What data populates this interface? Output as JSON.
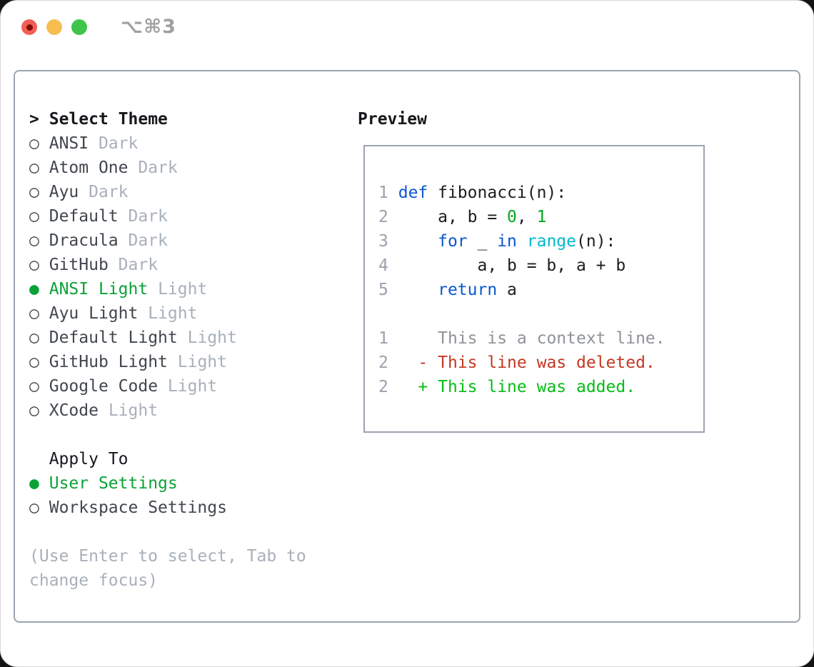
{
  "window": {
    "title": "⌥⌘3"
  },
  "titlebar": {
    "buttons": [
      {
        "name": "close-button",
        "color_key": "traffic_red",
        "has_dot": true
      },
      {
        "name": "minimize-button",
        "color_key": "traffic_yellow",
        "has_dot": false
      },
      {
        "name": "zoom-button",
        "color_key": "traffic_green",
        "has_dot": false
      }
    ]
  },
  "glyphs": {
    "radio_selected": "●",
    "radio_unselected": "○"
  },
  "select_theme": {
    "header_marker": ">",
    "header": "Select Theme",
    "items": [
      {
        "name": "ANSI",
        "tag": "Dark",
        "selected": false
      },
      {
        "name": "Atom One",
        "tag": "Dark",
        "selected": false
      },
      {
        "name": "Ayu",
        "tag": "Dark",
        "selected": false
      },
      {
        "name": "Default",
        "tag": "Dark",
        "selected": false
      },
      {
        "name": "Dracula",
        "tag": "Dark",
        "selected": false
      },
      {
        "name": "GitHub",
        "tag": "Dark",
        "selected": false
      },
      {
        "name": "ANSI Light",
        "tag": "Light",
        "selected": true
      },
      {
        "name": "Ayu Light",
        "tag": "Light",
        "selected": false
      },
      {
        "name": "Default Light",
        "tag": "Light",
        "selected": false
      },
      {
        "name": "GitHub Light",
        "tag": "Light",
        "selected": false
      },
      {
        "name": "Google Code",
        "tag": "Light",
        "selected": false
      },
      {
        "name": "XCode",
        "tag": "Light",
        "selected": false
      }
    ]
  },
  "apply_to": {
    "header": "Apply To",
    "items": [
      {
        "name": "User Settings",
        "selected": true
      },
      {
        "name": "Workspace Settings",
        "selected": false
      }
    ]
  },
  "help": [
    "(Use Enter to select, Tab to",
    "change focus)"
  ],
  "preview": {
    "header": "Preview",
    "code_lines": [
      {
        "num": "1",
        "tokens": [
          [
            "def",
            "keyword"
          ],
          [
            " fibonacci(n):",
            "plain"
          ]
        ]
      },
      {
        "num": "2",
        "tokens": [
          [
            "    a, b = ",
            "plain"
          ],
          [
            "0",
            "number"
          ],
          [
            ", ",
            "plain"
          ],
          [
            "1",
            "number"
          ]
        ]
      },
      {
        "num": "3",
        "tokens": [
          [
            "    ",
            "plain"
          ],
          [
            "for",
            "keyword"
          ],
          [
            " _ ",
            "plain"
          ],
          [
            "in",
            "keyword"
          ],
          [
            " ",
            "plain"
          ],
          [
            "range",
            "builtin"
          ],
          [
            "(n):",
            "plain"
          ]
        ]
      },
      {
        "num": "4",
        "tokens": [
          [
            "        a, b = b, a + b",
            "plain"
          ]
        ]
      },
      {
        "num": "5",
        "tokens": [
          [
            "    ",
            "plain"
          ],
          [
            "return",
            "keyword"
          ],
          [
            " a",
            "plain"
          ]
        ]
      }
    ],
    "diff_lines": [
      {
        "num": "1",
        "marker": " ",
        "text": "This is a context line.",
        "kind": "context"
      },
      {
        "num": "2",
        "marker": "-",
        "text": "This line was deleted.",
        "kind": "deleted"
      },
      {
        "num": "2",
        "marker": "+",
        "text": "This line was added.",
        "kind": "added"
      }
    ]
  },
  "colors": {
    "ui_green": "#0ba238",
    "keyword_blue": "#0b57d0",
    "builtin_cyan": "#00b8cc",
    "number_green": "#00a81c",
    "added_green": "#06bd16",
    "deleted_red": "#c53722",
    "context_gray": "#8f9398",
    "line_number_gray": "#9aa2ae",
    "tag_gray": "#a8b0ba",
    "help_gray": "#a8b0ba",
    "text_dark": "#41464e",
    "code_plain": "#1b1d21",
    "header_black": "#16181c",
    "border_gray": "#9ca4af",
    "title_gray": "#a0a0a0",
    "traffic_red": "#f16055",
    "traffic_red_dot": "#820d06",
    "traffic_yellow": "#f6be50",
    "traffic_green": "#3ec44b"
  }
}
